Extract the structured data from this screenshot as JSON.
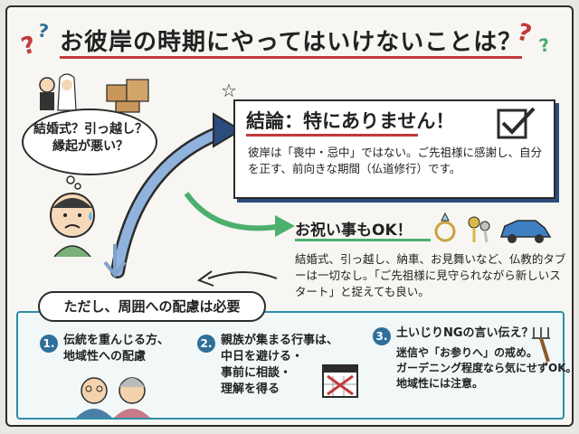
{
  "title": {
    "part1": "お彼岸",
    "part2": "の時期",
    "part3": "にやってはいけない",
    "part4": "ことは？"
  },
  "worry": {
    "line1": "結婚式？引っ越し？",
    "line2": "縁起が悪い？"
  },
  "conclusion": {
    "heading": "結論：特にありません！",
    "body": "彼岸は「喪中・忌中」ではない。ご先祖様に感謝し、自分を正す、前向きな期間（仏道修行）です。"
  },
  "celebration": {
    "heading": "お祝い事もOK！",
    "body": "結婚式、引っ越し、納車、お見舞いなど、仏教的タブーは一切なし。「ご先祖様に見守られながら新しいスタート」と捉えても良い。"
  },
  "notice": {
    "tag": "ただし、周囲への配慮は必要",
    "items": [
      {
        "num": "1.",
        "lines": [
          "伝統を重んじる方、",
          "地域性への配慮"
        ]
      },
      {
        "num": "2.",
        "lines": [
          "親族が集まる行事は、",
          "中日を避ける・",
          "事前に相談・",
          "理解を得る"
        ]
      },
      {
        "num": "3.",
        "heading": "土いじりNGの言い伝え？",
        "lines": [
          "迷信や「お参りへ」の戒め。",
          "ガーデニング程度なら気にせずOK。",
          "地域性には注意。"
        ]
      }
    ]
  },
  "colors": {
    "accent_red": "#c23a3a",
    "accent_blue": "#2f6f9a",
    "accent_teal": "#2c8fa8",
    "accent_green": "#4caf6e"
  }
}
